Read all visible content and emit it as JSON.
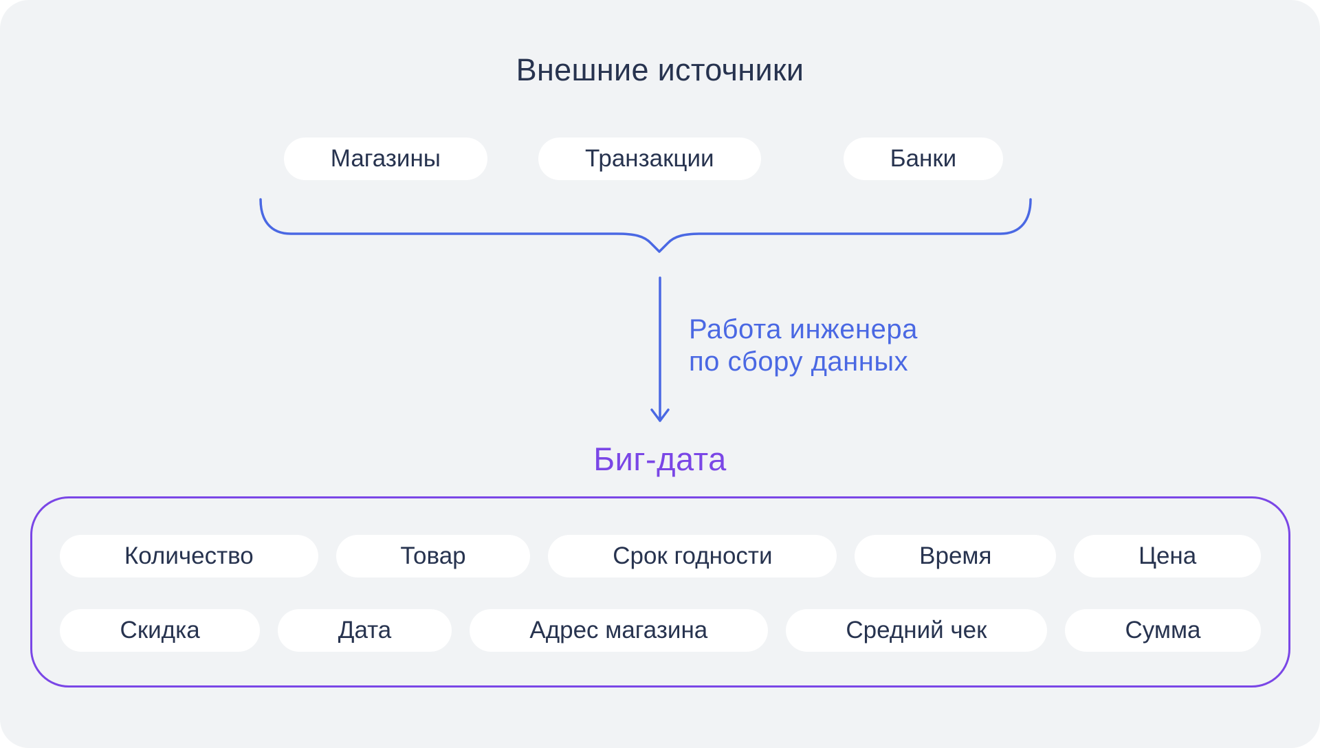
{
  "colors": {
    "page_background": "#ffffff",
    "panel_background": "#f1f3f5",
    "pill_background": "#ffffff",
    "text_dark": "#27334f",
    "accent_blue": "#4a68e3",
    "accent_purple": "#7a46e6"
  },
  "header": {
    "title": "Внешние источники"
  },
  "sources": {
    "pills": [
      {
        "label": "Магазины"
      },
      {
        "label": "Транзакции"
      },
      {
        "label": "Банки"
      }
    ]
  },
  "flow": {
    "brace_icon": "curly-brace",
    "arrow_icon": "arrow-down",
    "label_line1": "Работа инженера",
    "label_line2": "по сбору данных"
  },
  "bigdata": {
    "title": "Биг-дата",
    "rows": [
      {
        "pills": [
          {
            "label": "Количество"
          },
          {
            "label": "Товар"
          },
          {
            "label": "Срок годности"
          },
          {
            "label": "Время"
          },
          {
            "label": "Цена"
          }
        ]
      },
      {
        "pills": [
          {
            "label": "Скидка"
          },
          {
            "label": "Дата"
          },
          {
            "label": "Адрес магазина"
          },
          {
            "label": "Средний чек"
          },
          {
            "label": "Сумма"
          }
        ]
      }
    ]
  }
}
